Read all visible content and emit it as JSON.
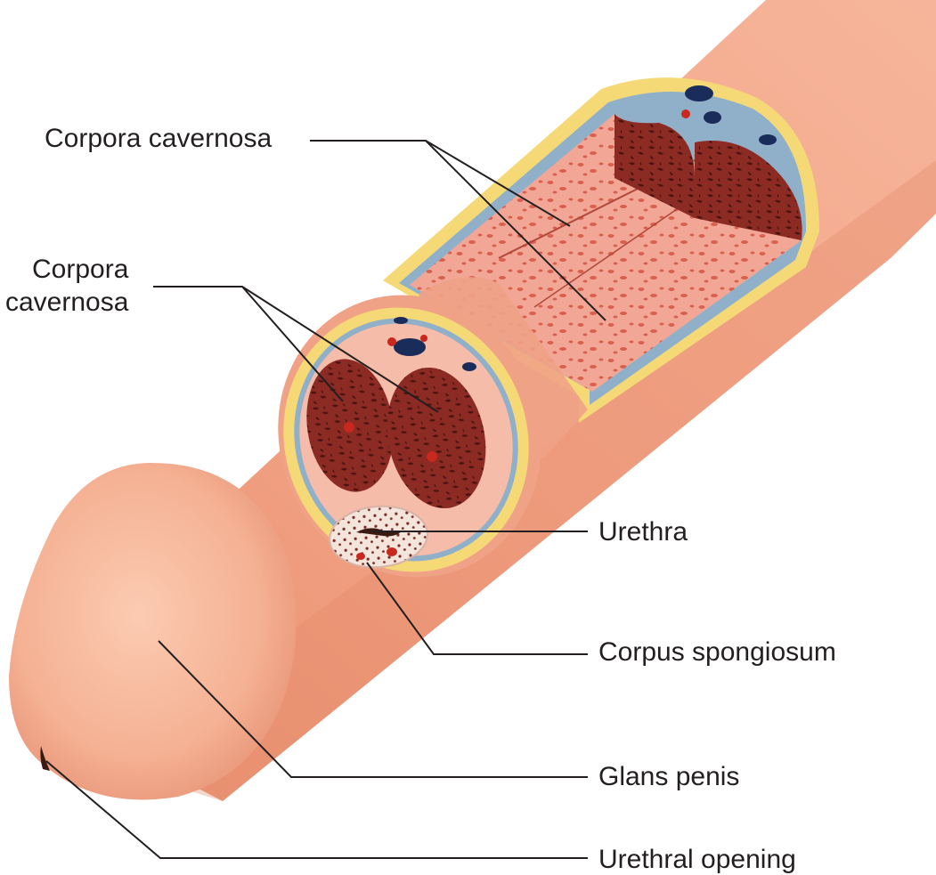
{
  "labels": {
    "corpora_cavernosa_top": "Corpora cavernosa",
    "corpora_cavernosa_mid_line1": "Corpora",
    "corpora_cavernosa_mid_line2": "cavernosa",
    "urethra": "Urethra",
    "corpus_spongiosum": "Corpus spongiosum",
    "glans_penis": "Glans penis",
    "urethral_opening": "Urethral opening"
  },
  "colors": {
    "skin": "#f2a184",
    "skin_shadow": "#e08a6c",
    "glans": "#f7b89c",
    "fat_layer": "#f6d977",
    "tunica": "#8fb0c8",
    "cavernous_tissue": "#8c2a24",
    "cavernous_spaces": "#4a1410",
    "long_section": "#f0a090",
    "vessel_dark": "#1a2c5a",
    "vessel_red": "#c8281e",
    "leader_line": "#231f20"
  }
}
